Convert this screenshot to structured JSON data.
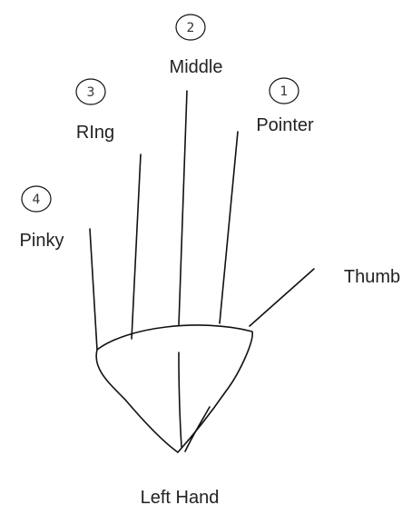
{
  "title": "Left Hand",
  "fingers": [
    {
      "key": "pointer",
      "label": "Pointer",
      "number": "1"
    },
    {
      "key": "middle",
      "label": "Middle",
      "number": "2"
    },
    {
      "key": "ring",
      "label": "RIng",
      "number": "3"
    },
    {
      "key": "pinky",
      "label": "Pinky",
      "number": "4"
    },
    {
      "key": "thumb",
      "label": "Thumb"
    }
  ]
}
